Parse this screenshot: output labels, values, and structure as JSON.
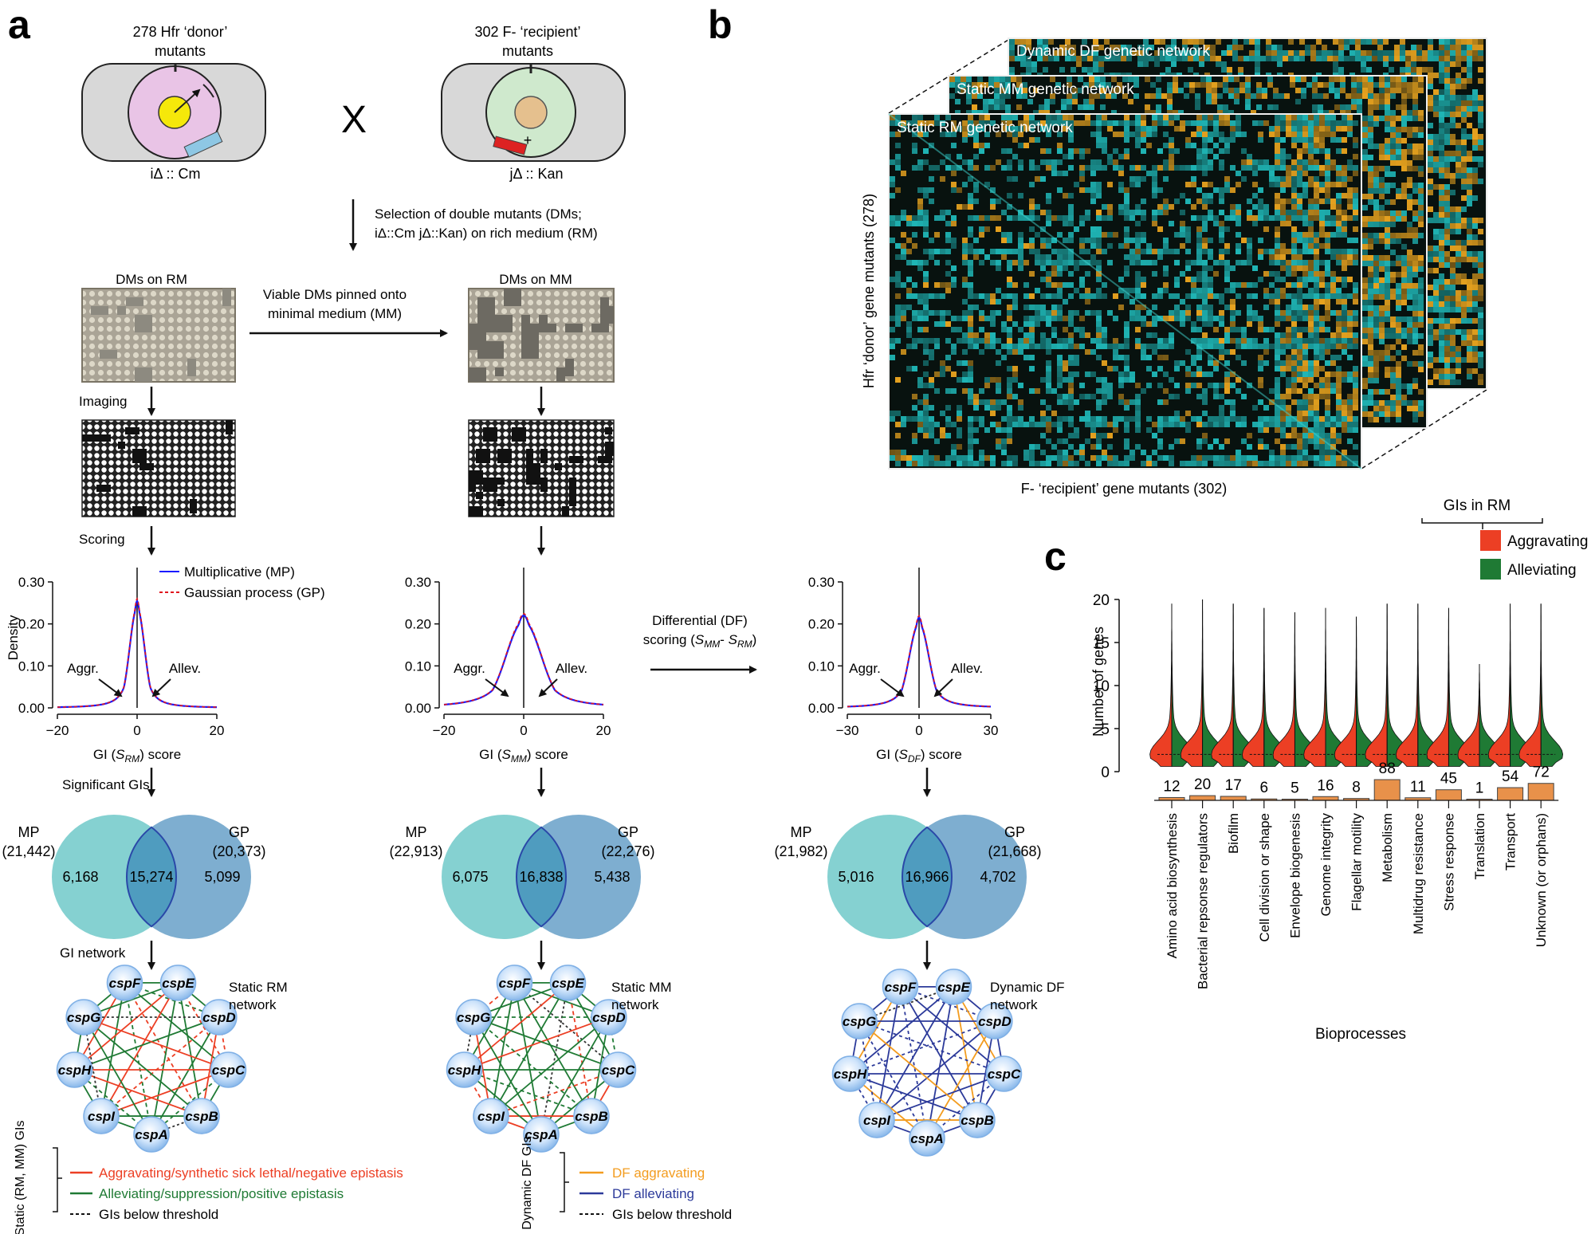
{
  "panel_letters": {
    "a": "a",
    "b": "b",
    "c": "c"
  },
  "colors": {
    "aggravating": "#ec3f24",
    "alleviating": "#1f7a34",
    "df_aggravating": "#f39c1f",
    "df_alleviating": "#2c3a9a",
    "mp_line": "#1a1aff",
    "gp_line": "#e0141e",
    "venn_left": "#85d1d1",
    "venn_right": "#7eaed0",
    "venn_overlap": "#4f9cbf",
    "bar_fill": "#e8914a",
    "heat_teal": "#1fb5b5",
    "heat_gold": "#e6a21f",
    "node_fill": "#b8d8f8"
  },
  "top": {
    "donor_title_1": "278 Hfr ‘donor’",
    "donor_title_2": "mutants",
    "recipient_title_1": "302 F- ‘recipient’",
    "recipient_title_2": "mutants",
    "cross": "X",
    "donor_label": "iΔ :: Cm",
    "recipient_label": "jΔ :: Kan",
    "selection_1": "Selection of double mutants (DMs;",
    "selection_2": "iΔ::Cm jΔ::Kan) on rich medium (RM)"
  },
  "plates": {
    "rm_title": "DMs on RM",
    "mm_title": "DMs on MM",
    "pin_1": "Viable DMs pinned onto",
    "pin_2": "minimal medium (MM)",
    "imaging": "Imaging",
    "scoring": "Scoring"
  },
  "density": {
    "ylabel": "Density",
    "yticks": [
      "0.30",
      "0.20",
      "0.10",
      "0.00"
    ],
    "legend_mp": "Multiplicative (MP)",
    "legend_gp": "Gaussian process (GP)",
    "aggr": "Aggr.",
    "allev": "Allev.",
    "rm_xticks": [
      "−20",
      "0",
      "20"
    ],
    "mm_xticks": [
      "−20",
      "0",
      "20"
    ],
    "df_xticks": [
      "−30",
      "0",
      "30"
    ],
    "xlabel_rm": "GI (SRM)  score",
    "xlabel_mm": "GI (SMM)  score",
    "xlabel_df": "GI (SDF)  score",
    "df_arrow_1": "Differential (DF)",
    "df_arrow_2": "scoring (SMM- SRM)"
  },
  "venn": {
    "significant": "Significant GIs",
    "mp": "MP",
    "gp": "GP",
    "rm": {
      "mp_total": "(21,442)",
      "gp_total": "(20,373)",
      "left": "6,168",
      "mid": "15,274",
      "right": "5,099"
    },
    "mm": {
      "mp_total": "(22,913)",
      "gp_total": "(22,276)",
      "left": "6,075",
      "mid": "16,838",
      "right": "5,438"
    },
    "df": {
      "mp_total": "(21,982)",
      "gp_total": "(21,668)",
      "left": "5,016",
      "mid": "16,966",
      "right": "4,702"
    }
  },
  "networks": {
    "gi_network": "GI network",
    "rm_title_1": "Static RM",
    "rm_title_2": "network",
    "mm_title_1": "Static MM",
    "mm_title_2": "network",
    "df_title_1": "Dynamic DF",
    "df_title_2": "network",
    "genes": [
      "cspF",
      "cspE",
      "cspD",
      "cspC",
      "cspB",
      "cspA",
      "cspI",
      "cspH",
      "cspG"
    ]
  },
  "legend_static": {
    "bracket": "Static (RM, MM) GIs",
    "aggr": "Aggravating/synthetic sick lethal/negative epistasis",
    "allev": "Alleviating/suppression/positive epistasis",
    "below": "GIs below threshold"
  },
  "legend_dynamic": {
    "bracket": "Dynamic DF GIs",
    "aggr": "DF aggravating",
    "allev": "DF alleviating",
    "below": "GIs below threshold"
  },
  "panel_b": {
    "layer_df": "Dynamic DF genetic network",
    "layer_mm": "Static MM genetic network",
    "layer_rm": "Static RM genetic network",
    "ylabel": "Hfr ‘donor’ gene mutants (278)",
    "xlabel": "F- ‘recipient’ gene mutants (302)"
  },
  "chart_data": {
    "type": "violin",
    "legend_title": "GIs in RM",
    "series": [
      {
        "name": "Aggravating"
      },
      {
        "name": "Alleviating"
      }
    ],
    "ylabel": "Number of genes",
    "yticks": [
      "20",
      "15",
      "10",
      "5",
      "0"
    ],
    "ylim": [
      0,
      20
    ],
    "xlabel": "Bioprocesses",
    "categories": [
      "Amino acid biosynthesis",
      "Bacterial repsonse regulators",
      "Biofilm",
      "Cell division or shape",
      "Envelope biogenesis",
      "Genome integrity",
      "Flagellar motility",
      "Metabolism",
      "Multidrug resistance",
      "Stress response",
      "Translation",
      "Transport",
      "Unknown (or orphans)"
    ],
    "counts": [
      12,
      20,
      17,
      6,
      5,
      16,
      8,
      88,
      11,
      45,
      1,
      54,
      72
    ],
    "violin_max": [
      19.5,
      20,
      19.5,
      19,
      18.5,
      19,
      18,
      19.5,
      19.5,
      19,
      12.5,
      19.5,
      19.5
    ],
    "medians": [
      2,
      2,
      2,
      2,
      2,
      2,
      2,
      2,
      2,
      2,
      2,
      2,
      2
    ]
  }
}
